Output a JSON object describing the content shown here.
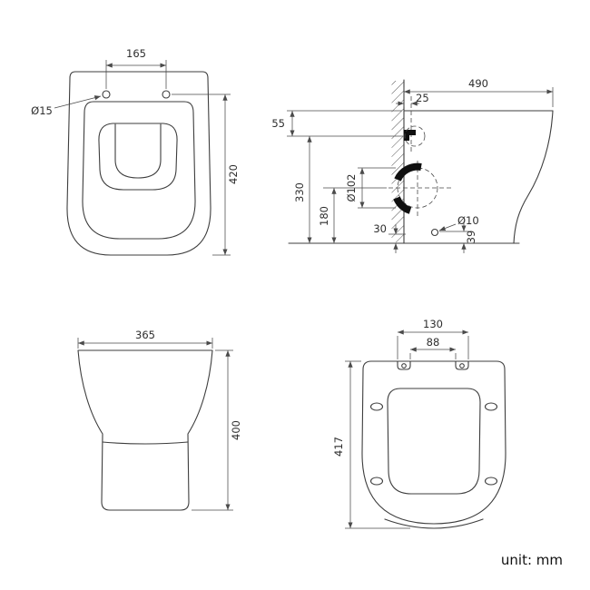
{
  "colors": {
    "line": "#3d3d3d",
    "text": "#2d2d2d"
  },
  "unit_label": "unit: mm",
  "top_view": {
    "hole_spacing": "165",
    "hole_diameter": "Ø15",
    "depth": "420"
  },
  "side_view": {
    "length": "490",
    "rear_offset": "25",
    "inlet_offset": "55",
    "inlet_height": "330",
    "outlet_height": "180",
    "outlet_diameter": "Ø102",
    "base_offset": "30",
    "fixing_diameter": "Ø10",
    "fixing_height": "39"
  },
  "front_view": {
    "width": "365",
    "height": "400"
  },
  "seat_view": {
    "hinge_outer": "130",
    "hinge_inner": "88",
    "length": "417"
  }
}
